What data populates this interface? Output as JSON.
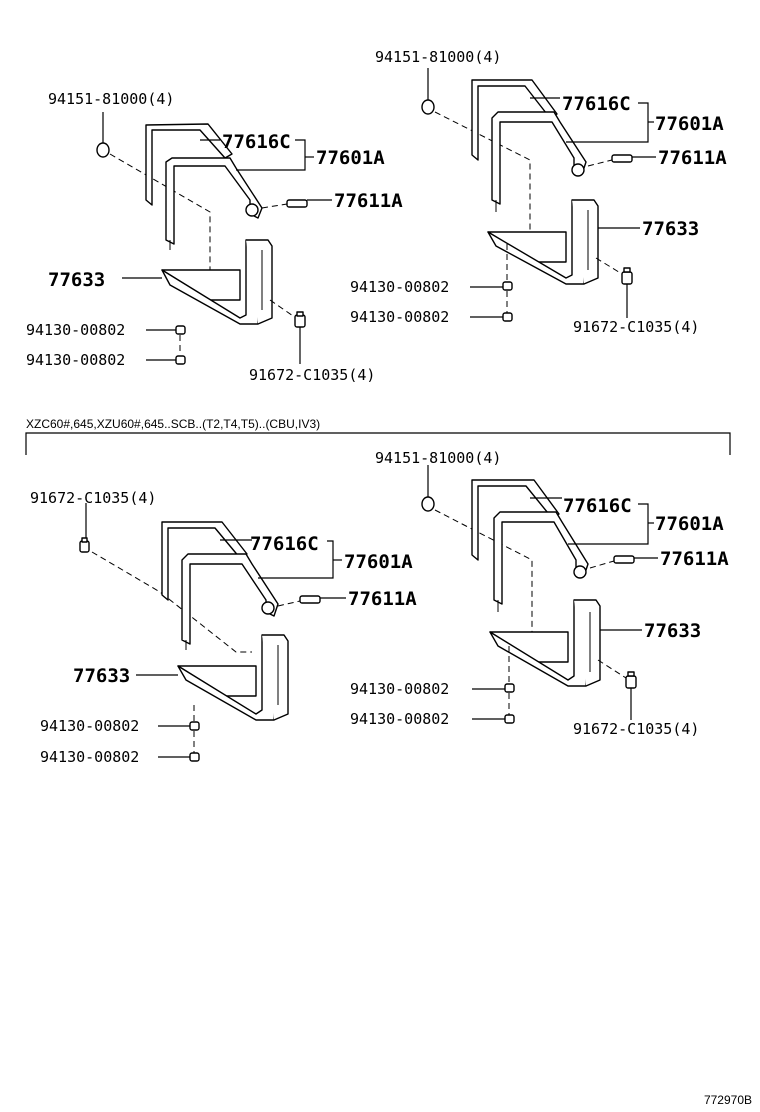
{
  "diagram_id": "772970B",
  "variant_label": "XZC60#,645,XZU60#,645..SCB..(T2,T4,T5)..(CBU,IV3)",
  "groups": [
    {
      "labels": {
        "band": "77616C",
        "assembly": "77601A",
        "bolt": "77611A",
        "bracket": "77633",
        "top": "94151-81000(4)",
        "nut_a": "94130-00802",
        "nut_b": "94130-00802",
        "screw": "91672-C1035(4)"
      }
    },
    {
      "labels": {
        "band": "77616C",
        "assembly": "77601A",
        "bolt": "77611A",
        "bracket": "77633",
        "top": "94151-81000(4)",
        "nut_a": "94130-00802",
        "nut_b": "94130-00802",
        "screw": "91672-C1035(4)"
      }
    },
    {
      "labels": {
        "band": "77616C",
        "assembly": "77601A",
        "bolt": "77611A",
        "bracket": "77633",
        "top": "91672-C1035(4)",
        "nut_a": "94130-00802",
        "nut_b": "94130-00802"
      }
    },
    {
      "labels": {
        "band": "77616C",
        "assembly": "77601A",
        "bolt": "77611A",
        "bracket": "77633",
        "top": "94151-81000(4)",
        "nut_a": "94130-00802",
        "nut_b": "94130-00802",
        "screw": "91672-C1035(4)"
      }
    }
  ]
}
